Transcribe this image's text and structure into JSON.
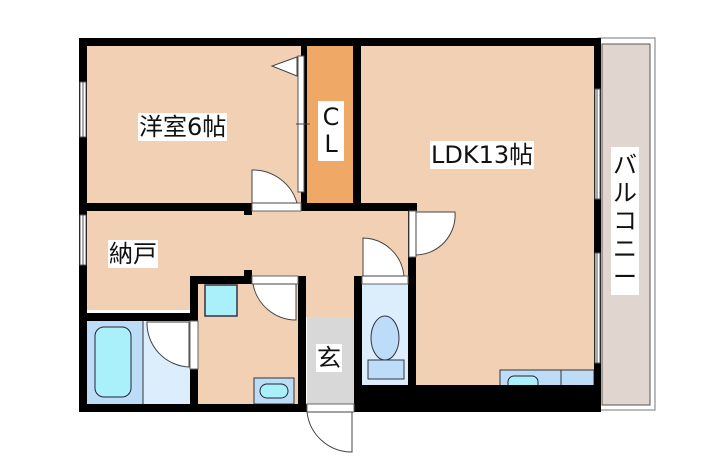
{
  "floor_plan": {
    "rooms": [
      {
        "id": "western-room",
        "label": "洋室6帖",
        "type": "bedroom",
        "size_jo": 6
      },
      {
        "id": "closet",
        "label_lines": [
          "C",
          "L"
        ],
        "type": "closet"
      },
      {
        "id": "ldk",
        "label": "LDK13帖",
        "type": "living-dining-kitchen",
        "size_jo": 13
      },
      {
        "id": "storage",
        "label": "納戸",
        "type": "storage-room"
      },
      {
        "id": "entrance",
        "label": "玄",
        "type": "entrance"
      },
      {
        "id": "balcony",
        "label_lines": [
          "バ",
          "ル",
          "コ",
          "ニ",
          "ー"
        ],
        "type": "balcony"
      },
      {
        "id": "bathroom",
        "type": "bath"
      },
      {
        "id": "washroom",
        "type": "washroom"
      },
      {
        "id": "toilet",
        "type": "toilet"
      }
    ],
    "colors": {
      "room_floor": "#f2d0b4",
      "closet": "#f0a866",
      "balcony": "#e0d6cf",
      "entrance": "#d8d8d8",
      "wet_area": "#dceefc",
      "fixture_blue": "#bcdcf8",
      "fixture_cyan": "#aaf0fa",
      "wall": "#000000"
    }
  }
}
